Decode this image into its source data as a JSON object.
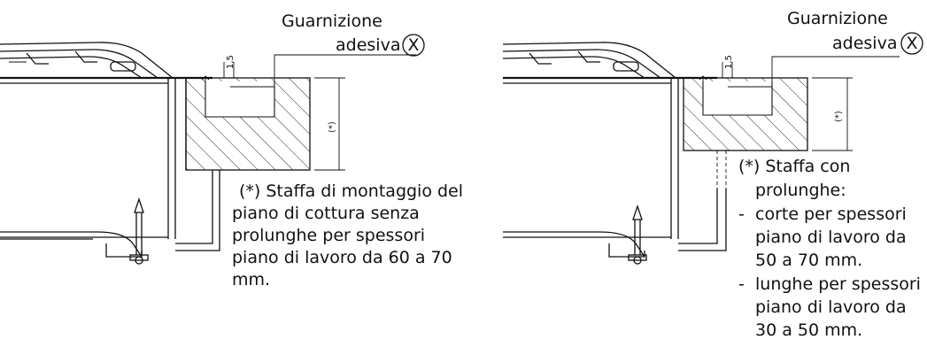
{
  "left": {
    "seal_label_line1": "Guarnizione",
    "seal_label_line2": "adesiva",
    "seal_marker": "X",
    "gap_dim": "1,5",
    "thickness_marker": "(*)",
    "note_lines": [
      "(*) Staffa di montaggio del",
      "piano di cottura senza",
      "prolunghe per spessori",
      "piano di lavoro da 60 a 70",
      "mm."
    ]
  },
  "right": {
    "seal_label_line1": "Guarnizione",
    "seal_label_line2": "adesiva",
    "seal_marker": "X",
    "gap_dim": "1,5",
    "thickness_marker": "(*)",
    "note_lines": [
      "(*) Staffa con",
      "prolunghe:",
      "-",
      "corte per spessori",
      "piano di lavoro da",
      "50 a 70 mm.",
      "-",
      "lunghe per spessori",
      "piano di lavoro da",
      "30 a 50 mm."
    ]
  }
}
